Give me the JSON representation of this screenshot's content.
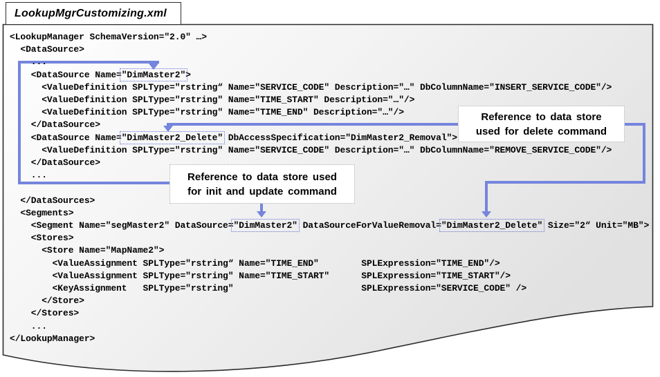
{
  "tab": {
    "title": "LookupMgrCustomizing.xml"
  },
  "callouts": {
    "delete": {
      "line1": "Reference to data store",
      "line2": "used for delete command"
    },
    "init_update": {
      "line1": "Reference to data store used",
      "line2": "for init and update command"
    }
  },
  "colors": {
    "connector": "#7585dd",
    "dotted_box": "#5d72d4",
    "callout_border": "#a8a8a8",
    "page_border": "#2b2b2b"
  },
  "code": {
    "lines": [
      [
        {
          "t": "<LookupManager SchemaVersion=\"2.0\" …>"
        }
      ],
      [
        {
          "t": "  <DataSource>"
        }
      ],
      [
        {
          "t": "    ..."
        }
      ],
      [
        {
          "t": "    <DataSource Name="
        },
        {
          "t": "\"DimMaster2\"",
          "box": true
        },
        {
          "t": ">"
        }
      ],
      [
        {
          "t": "      <ValueDefinition SPLType=\"rstring“ Name=\"SERVICE_CODE\" Description=\"…\" DbColumnName=\"INSERT_SERVICE_CODE\"/>"
        }
      ],
      [
        {
          "t": "      <ValueDefinition SPLType=\"rstring\" Name=\"TIME_START\" Description=\"…\"/>"
        }
      ],
      [
        {
          "t": "      <ValueDefinition SPLType=\"rstring\" Name=\"TIME_END\" Description=\"…\"/>"
        }
      ],
      [
        {
          "t": "    </DataSource>"
        }
      ],
      [
        {
          "t": "    <DataSource Name="
        },
        {
          "t": "\"DimMaster2_Delete\"",
          "box": true
        },
        {
          "t": " DbAccessSpecification=\"DimMaster2_Removal\">"
        }
      ],
      [
        {
          "t": "      <ValueDefinition SPLType=\"rstring\" Name=\"SERVICE_CODE\" Description=\"…\" DbColumnName=\"REMOVE_SERVICE_CODE\"/>"
        }
      ],
      [
        {
          "t": "    </DataSource>"
        }
      ],
      [
        {
          "t": "    ..."
        }
      ],
      [
        {
          "t": " "
        }
      ],
      [
        {
          "t": "  </DataSources>"
        }
      ],
      [
        {
          "t": "  <Segments>"
        }
      ],
      [
        {
          "t": "    <Segment Name=\"segMaster2\" DataSource="
        },
        {
          "t": "\"DimMaster2\"",
          "box": true
        },
        {
          "t": " DataSourceForValueRemoval="
        },
        {
          "t": "\"DimMaster2_Delete\"",
          "box": true
        },
        {
          "t": " Size=\"2“ Unit=\"MB\">"
        }
      ],
      [
        {
          "t": "    <Stores>"
        }
      ],
      [
        {
          "t": "      <Store Name=\"MapName2\">"
        }
      ],
      [
        {
          "t": "        <ValueAssignment SPLType=\"rstring“ Name=\"TIME_END\"        SPLExpression=\"TIME_END\"/>"
        }
      ],
      [
        {
          "t": "        <ValueAssignment SPLType=\"rstring\" Name=\"TIME_START\"      SPLExpression=\"TIME_START\"/>"
        }
      ],
      [
        {
          "t": "        <KeyAssignment   SPLType=\"rstring\"                        SPLExpression=\"SERVICE_CODE\" />"
        }
      ],
      [
        {
          "t": "      </Store>"
        }
      ],
      [
        {
          "t": "    </Stores>"
        }
      ],
      [
        {
          "t": "    ..."
        }
      ],
      [
        {
          "t": "</LookupManager>"
        }
      ]
    ]
  }
}
